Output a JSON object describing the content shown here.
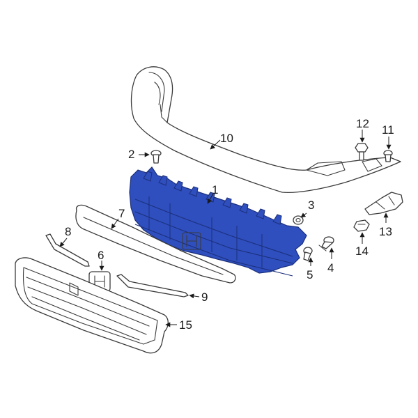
{
  "colors": {
    "highlight": "#2f4fbf",
    "highlight_stroke": "#1b2f7a",
    "line": "#3a3a3a",
    "background": "#ffffff"
  },
  "callouts": [
    {
      "id": "1",
      "label": "1"
    },
    {
      "id": "2",
      "label": "2"
    },
    {
      "id": "3",
      "label": "3"
    },
    {
      "id": "4",
      "label": "4"
    },
    {
      "id": "5",
      "label": "5"
    },
    {
      "id": "6",
      "label": "6"
    },
    {
      "id": "7",
      "label": "7"
    },
    {
      "id": "8",
      "label": "8"
    },
    {
      "id": "9",
      "label": "9"
    },
    {
      "id": "10",
      "label": "10"
    },
    {
      "id": "11",
      "label": "11"
    },
    {
      "id": "12",
      "label": "12"
    },
    {
      "id": "13",
      "label": "13"
    },
    {
      "id": "14",
      "label": "14"
    },
    {
      "id": "15",
      "label": "15"
    }
  ]
}
